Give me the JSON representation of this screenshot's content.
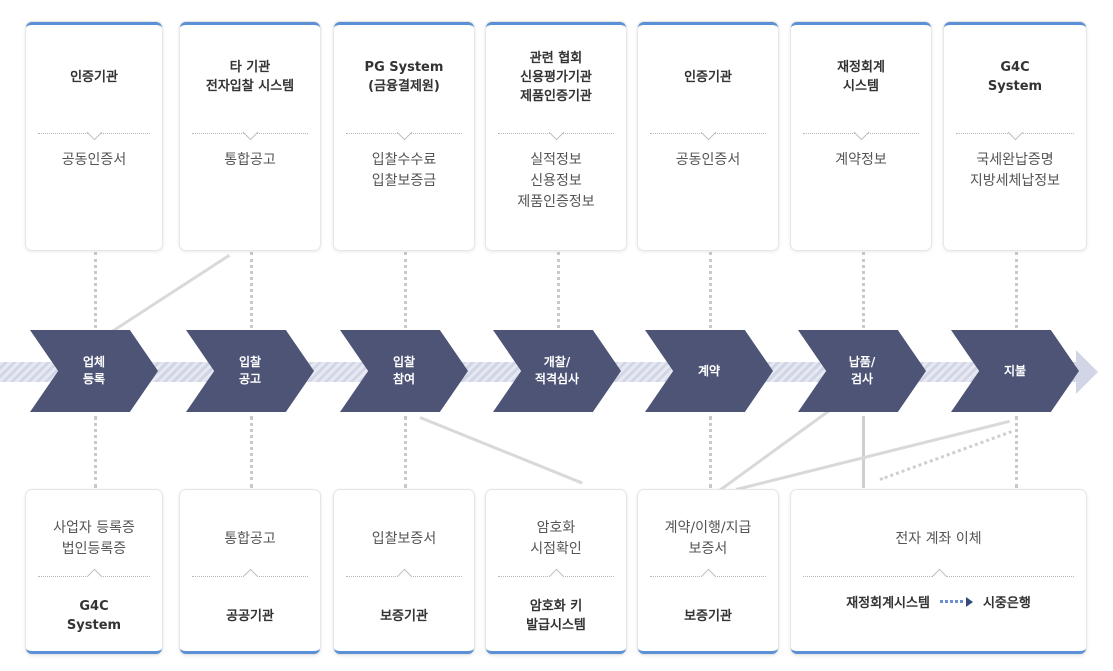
{
  "top_cards": [
    {
      "title": "인증기관",
      "content": "공동인증서"
    },
    {
      "title": "타 기관\n전자입찰 시스템",
      "content": "통합공고"
    },
    {
      "title": "PG System\n(금융결제원)",
      "content": "입찰수수료\n입찰보증금"
    },
    {
      "title": "관련 협회\n신용평가기관\n제품인증기관",
      "content": "실적정보\n신용정보\n제품인증정보"
    },
    {
      "title": "인증기관",
      "content": "공동인증서"
    },
    {
      "title": "재정회계\n시스템",
      "content": "계약정보"
    },
    {
      "title": "G4C\nSystem",
      "content": "국세완납증명\n지방세체납정보"
    }
  ],
  "steps": [
    {
      "label": "업체\n등록"
    },
    {
      "label": "입찰\n공고"
    },
    {
      "label": "입찰\n참여"
    },
    {
      "label": "개찰/\n적격심사"
    },
    {
      "label": "계약"
    },
    {
      "label": "납품/\n검사"
    },
    {
      "label": "지불"
    }
  ],
  "bottom_cards": [
    {
      "content": "사업자 등록증\n법인등록증",
      "title": "G4C\nSystem"
    },
    {
      "content": "통합공고",
      "title": "공공기관"
    },
    {
      "content": "입찰보증서",
      "title": "보증기관"
    },
    {
      "content": "암호화\n시점확인",
      "title": "암호화 키\n발급시스템"
    },
    {
      "content": "계약/이행/지급\n보증서",
      "title": "보증기관"
    }
  ],
  "payment_card": {
    "content": "전자 계좌 이체",
    "from": "재정회계시스템",
    "to": "시중은행"
  },
  "colors": {
    "chevron": "#4d5476",
    "card_accent": "#5b8fd6",
    "flow_bar": "#d1d5e6"
  }
}
